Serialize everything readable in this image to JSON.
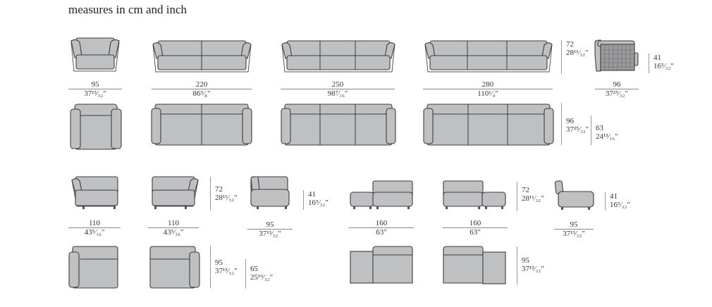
{
  "title": "measures in cm and inch",
  "row1": {
    "items": [
      {
        "name": "armchair-front",
        "width_cm": "95",
        "width_in": "37¹³⁄₃₂\""
      },
      {
        "name": "sofa-2-seat-front",
        "width_cm": "220",
        "width_in": "86⁵⁄₈\""
      },
      {
        "name": "sofa-3-seat-250-front",
        "width_cm": "250",
        "width_in": "98⁷⁄₁₆\""
      },
      {
        "name": "sofa-3-seat-280-front",
        "width_cm": "280",
        "width_in": "110¹⁄₄\""
      },
      {
        "name": "side-view",
        "depth_cm": "96",
        "depth_in": "37²⁵⁄₃₂\""
      }
    ],
    "height": {
      "cm": "72",
      "in": "28¹¹⁄₃₂\""
    },
    "seat_height": {
      "cm": "41",
      "in": "16⁵⁄₃₂\""
    }
  },
  "row2": {
    "depth": {
      "cm": "96",
      "in": "37²⁵⁄₃₂\""
    },
    "seat_depth": {
      "cm": "63",
      "in": "24¹³⁄₁₆\""
    }
  },
  "row3": {
    "items": [
      {
        "name": "left-arm-module",
        "width_cm": "110",
        "width_in": "43⁵⁄₁₆\""
      },
      {
        "name": "right-arm-module",
        "width_cm": "110",
        "width_in": "43⁵⁄₁₆\""
      },
      {
        "name": "corner-module",
        "width_cm": "95",
        "width_in": "37¹³⁄₃₂\""
      },
      {
        "name": "chaise-left-module",
        "width_cm": "160",
        "width_in": "63\""
      },
      {
        "name": "chaise-right-module",
        "width_cm": "160",
        "width_in": "63\""
      },
      {
        "name": "armless-module",
        "width_cm": "95",
        "width_in": "37¹³⁄₃₂\""
      }
    ],
    "height_a": {
      "cm": "72",
      "in": "28¹¹⁄₃₂\""
    },
    "seat_a": {
      "cm": "41",
      "in": "16⁵⁄₃₂\""
    },
    "height_b": {
      "cm": "72",
      "in": "28¹¹⁄₃₂\""
    },
    "seat_b": {
      "cm": "41",
      "in": "16⁵⁄₃₂\""
    }
  },
  "row4": {
    "depth_a": {
      "cm": "95",
      "in": "37¹³⁄₃₂\""
    },
    "seat_a": {
      "cm": "65",
      "in": "25¹⁹⁄₃₂\""
    },
    "depth_b": {
      "cm": "95",
      "in": "37¹³⁄₃₂\""
    }
  }
}
